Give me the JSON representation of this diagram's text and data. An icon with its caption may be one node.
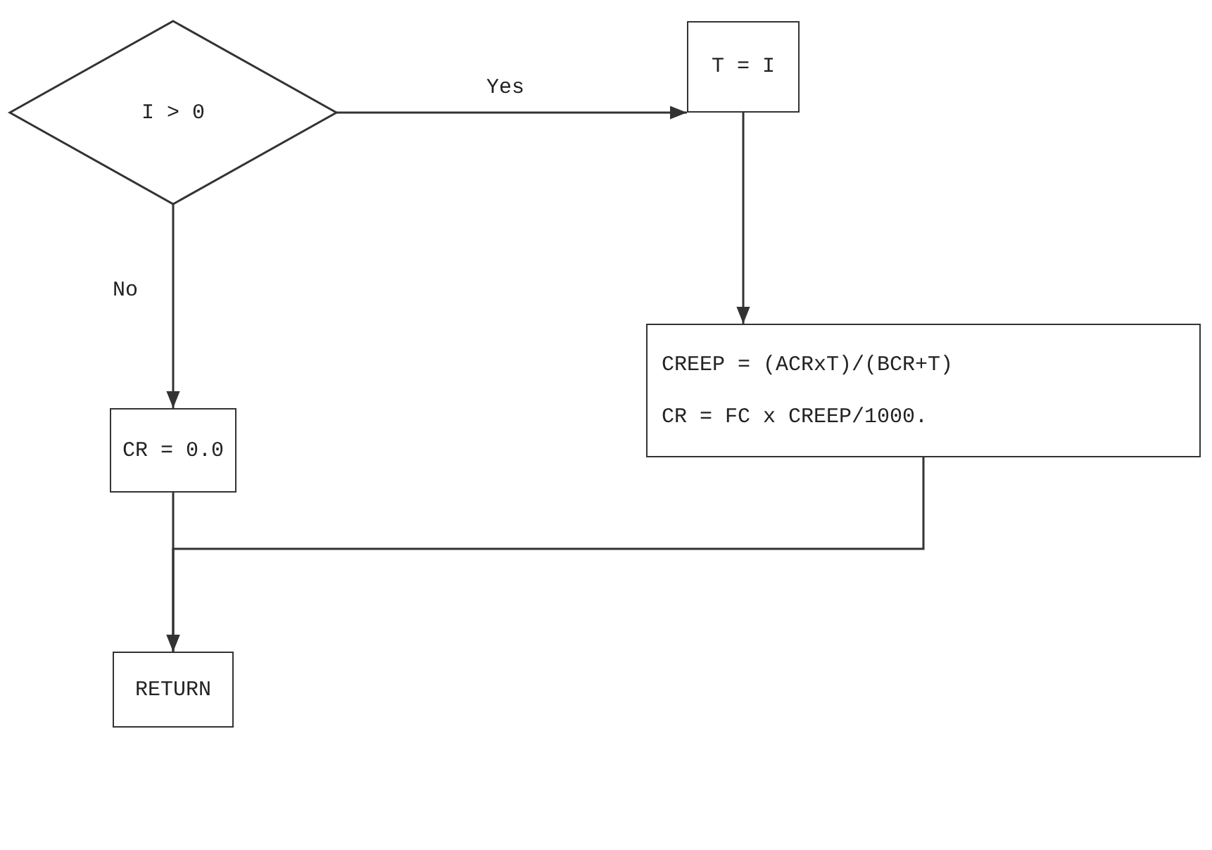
{
  "diagram": {
    "nodes": [
      {
        "text": [
          "I > 0"
        ]
      },
      {
        "text": [
          "T = I"
        ]
      },
      {
        "text": [
          "CREEP = (ACRxT)/(BCR+T)",
          "CR = FC x CREEP/1000."
        ]
      },
      {
        "text": [
          "CR = 0.0"
        ]
      },
      {
        "text": [
          "RETURN"
        ]
      }
    ],
    "edges": [
      {
        "from": 0,
        "to": 1,
        "arrow": "to",
        "label": "Yes"
      },
      {
        "from": 1,
        "to": 2,
        "arrow": "to"
      },
      {
        "from": 0,
        "to": 3,
        "arrow": "to",
        "label": "No"
      },
      {
        "from": 3,
        "to": 4,
        "arrow": "to"
      },
      {
        "from": 2,
        "to": 4,
        "arrow": "to"
      }
    ]
  }
}
